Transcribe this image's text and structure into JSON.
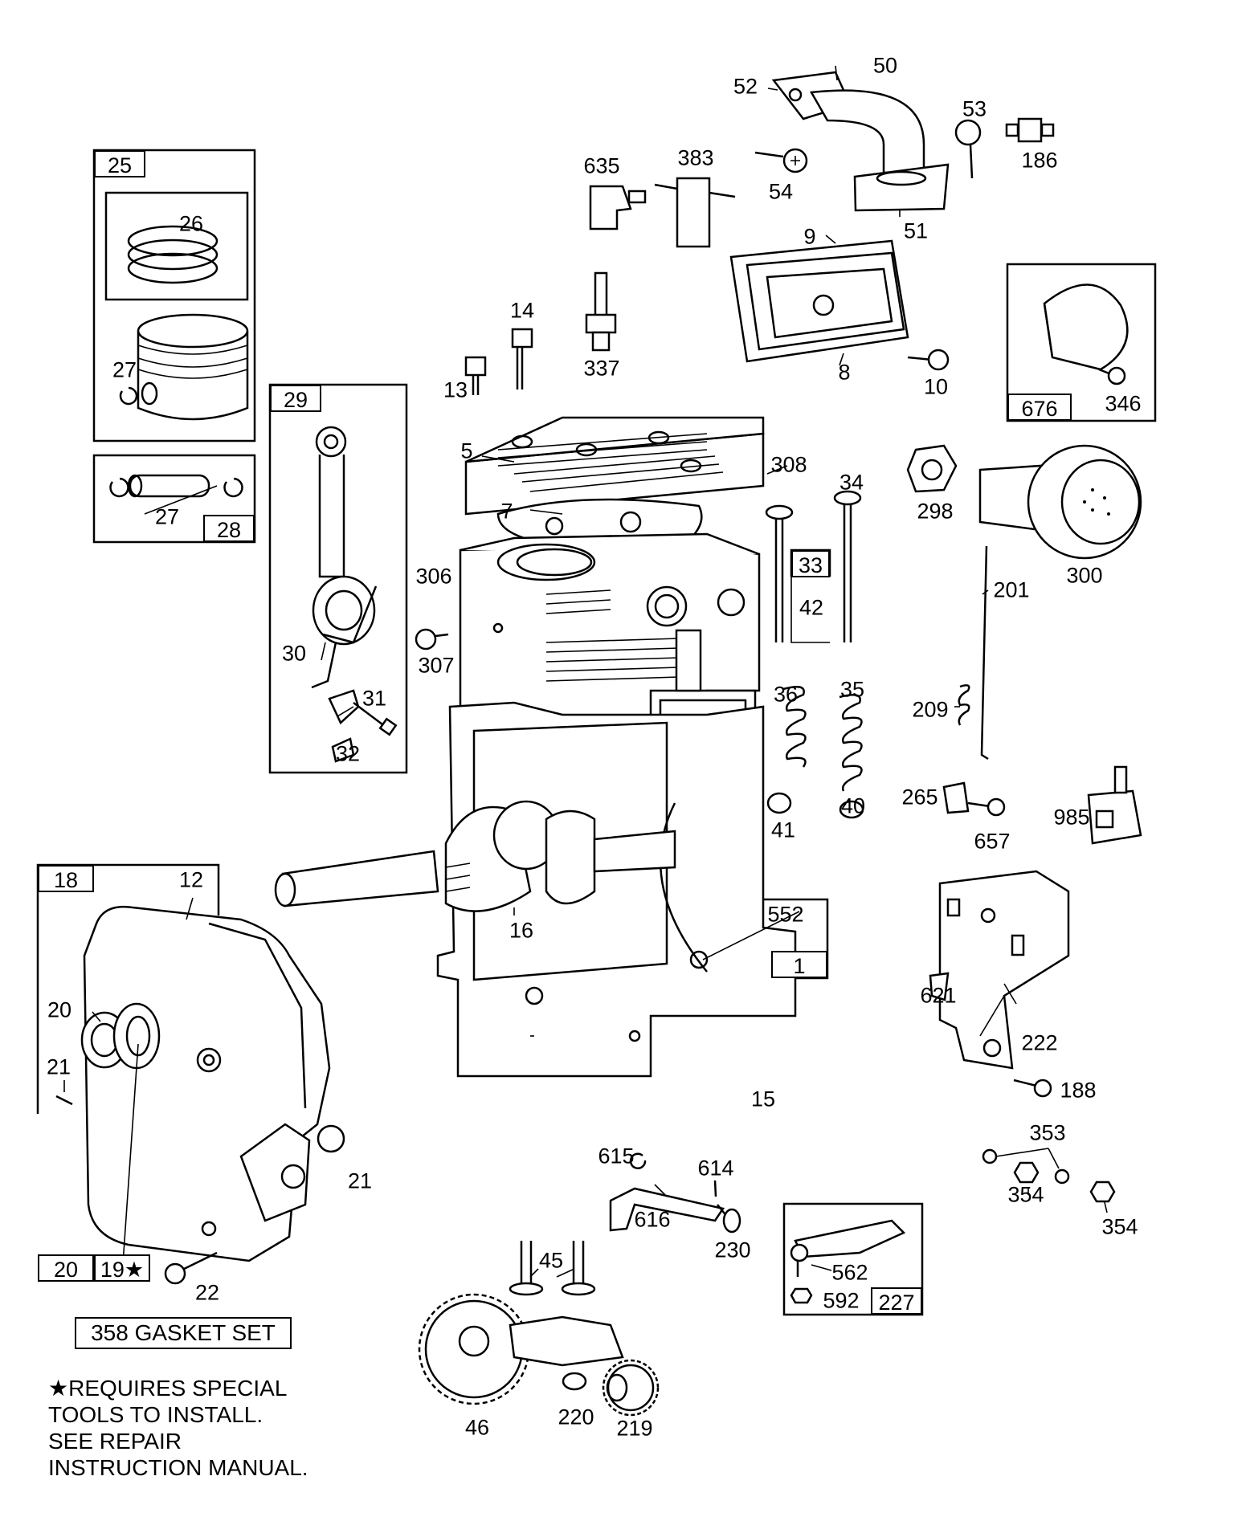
{
  "diagram": {
    "callouts": {
      "p1": "1",
      "p5": "5",
      "p7": "7",
      "p8": "8",
      "p9": "9",
      "p10": "10",
      "p12": "12",
      "p13": "13",
      "p14": "14",
      "p15": "15",
      "p16": "16",
      "p18": "18",
      "p19": "19★",
      "p20a": "20",
      "p20b": "20",
      "p21a": "21",
      "p21b": "21",
      "p22": "22",
      "p25": "25",
      "p26": "26",
      "p27a": "27",
      "p27b": "27",
      "p28": "28",
      "p29": "29",
      "p30": "30",
      "p31": "31",
      "p32": "32",
      "p33": "33",
      "p34": "34",
      "p35": "35",
      "p36": "36",
      "p40": "40",
      "p41": "41",
      "p42": "42",
      "p45": "45",
      "p46": "46",
      "p50": "50",
      "p51": "51",
      "p52": "52",
      "p53": "53",
      "p54": "54",
      "p186": "186",
      "p188": "188",
      "p201": "201",
      "p209": "209",
      "p219": "219",
      "p220": "220",
      "p222": "222",
      "p227": "227",
      "p230": "230",
      "p265": "265",
      "p298": "298",
      "p300": "300",
      "p306": "306",
      "p307": "307",
      "p308": "308",
      "p337": "337",
      "p346": "346",
      "p353": "353",
      "p354a": "354",
      "p354b": "354",
      "p383": "383",
      "p552": "552",
      "p562": "562",
      "p592": "592",
      "p614": "614",
      "p615": "615",
      "p616": "616",
      "p621": "621",
      "p635": "635",
      "p657": "657",
      "p676": "676",
      "p985": "985"
    },
    "gasket_set": "358  GASKET SET",
    "note_lines": [
      "★REQUIRES SPECIAL",
      "TOOLS TO INSTALL.",
      "SEE REPAIR",
      "INSTRUCTION MANUAL."
    ]
  }
}
